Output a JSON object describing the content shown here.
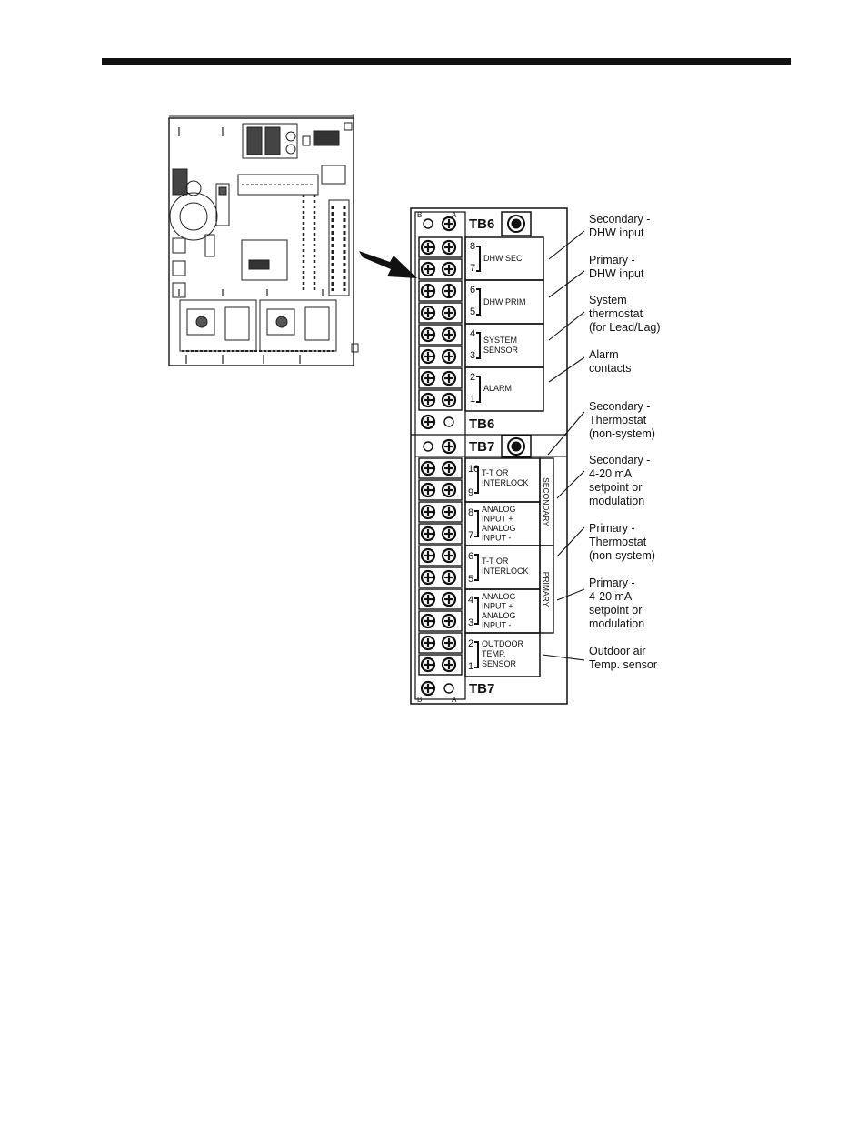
{
  "tb6": {
    "title_top": "TB6",
    "title_bottom": "TB6",
    "col_b": "B",
    "col_a": "A",
    "terminals": [
      "8",
      "7",
      "6",
      "5",
      "4",
      "3",
      "2",
      "1"
    ],
    "groups": [
      {
        "lines": [
          "DHW SEC"
        ]
      },
      {
        "lines": [
          "DHW PRIM"
        ]
      },
      {
        "lines": [
          "SYSTEM",
          "SENSOR"
        ]
      },
      {
        "lines": [
          "ALARM"
        ]
      }
    ]
  },
  "tb7": {
    "title_top": "TB7",
    "title_bottom": "TB7",
    "col_b": "B",
    "col_a": "A",
    "terminals": [
      "10",
      "9",
      "8",
      "7",
      "6",
      "5",
      "4",
      "3",
      "2",
      "1"
    ],
    "groups": [
      {
        "lines": [
          "T-T OR",
          "INTERLOCK"
        ]
      },
      {
        "lines": [
          "ANALOG",
          "INPUT +",
          "ANALOG",
          "INPUT -"
        ]
      },
      {
        "lines": [
          "T-T OR",
          "INTERLOCK"
        ]
      },
      {
        "lines": [
          "ANALOG",
          "INPUT +",
          "ANALOG",
          "INPUT -"
        ]
      },
      {
        "lines": [
          "OUTDOOR",
          "TEMP.",
          "SENSOR"
        ]
      }
    ],
    "side_labels": {
      "secondary": "SECONDARY",
      "primary": "PRIMARY"
    }
  },
  "callouts": [
    {
      "lines": [
        "Secondary -",
        "DHW input"
      ]
    },
    {
      "lines": [
        "Primary -",
        "DHW input"
      ]
    },
    {
      "lines": [
        "System",
        "thermostat",
        "(for Lead/Lag)"
      ]
    },
    {
      "lines": [
        "Alarm",
        "contacts"
      ]
    },
    {
      "lines": [
        "Secondary -",
        "Thermostat",
        "(non-system)"
      ]
    },
    {
      "lines": [
        "Secondary -",
        "4-20 mA",
        "setpoint or",
        "modulation"
      ]
    },
    {
      "lines": [
        "Primary -",
        "Thermostat",
        "(non-system)"
      ]
    },
    {
      "lines": [
        "Primary -",
        "4-20 mA",
        "setpoint or",
        "modulation"
      ]
    },
    {
      "lines": [
        "Outdoor air",
        "Temp. sensor"
      ]
    }
  ]
}
